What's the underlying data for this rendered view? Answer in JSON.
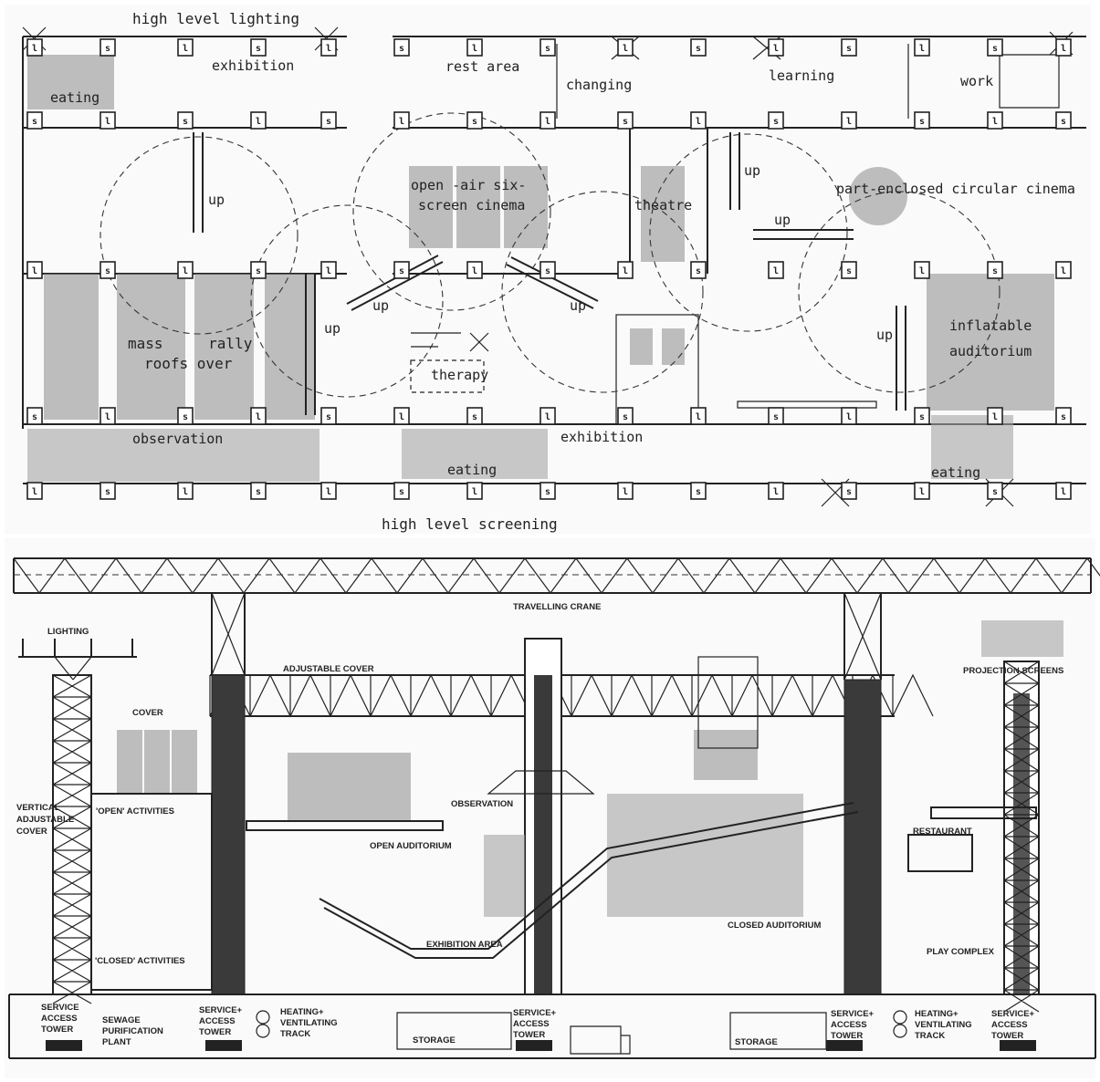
{
  "plan": {
    "labels": {
      "high_level_lighting": "high level lighting",
      "exhibition_top": "exhibition",
      "eating_tl": "eating",
      "rest_area": "rest area",
      "changing": "changing",
      "learning": "learning",
      "work": "work",
      "up_1": "up",
      "open_air_cinema_line1": "open -air six-",
      "open_air_cinema_line2": "screen cinema",
      "theatre": "theatre",
      "up_2": "up",
      "up_3": "up",
      "part_enclosed_cinema": "part-enclosed circular cinema",
      "up_4": "up",
      "up_5": "up",
      "up_6": "up",
      "up_7": "up",
      "mass_rally_line1": "mass rally",
      "mass_rally_line2": "roofs over",
      "therapy": "therapy",
      "inflatable_line1": "inflatable",
      "inflatable_line2": "auditorium",
      "observation": "observation",
      "exhibition_bottom": "exhibition",
      "eating_bottom": "eating",
      "eating_br": "eating",
      "high_level_screening": "high level screening"
    },
    "column_markers": {
      "service": "s",
      "lift": "l"
    }
  },
  "section": {
    "labels": {
      "travelling_crane": "TRAVELLING CRANE",
      "lighting": "LIGHTING",
      "adjustable_cover": "ADJUSTABLE COVER",
      "cover": "COVER",
      "projection_screens": "PROJECTION SCREENS",
      "vertical_line1": "VERTICAL",
      "vertical_line2": "ADJUSTABLE",
      "vertical_line3": "COVER",
      "open_activities": "'OPEN' ACTIVITIES",
      "observation": "OBSERVATION",
      "open_auditorium": "OPEN AUDITORIUM",
      "restaurant": "RESTAURANT",
      "closed_auditorium": "CLOSED AUDITORIUM",
      "exhibition_area": "EXHIBITION AREA",
      "closed_activities": "'CLOSED' ACTIVITIES",
      "play_complex": "PLAY COMPLEX"
    },
    "basement": {
      "service_tower_1": [
        "SERVICE",
        "ACCESS",
        "TOWER"
      ],
      "sewage": [
        "SEWAGE",
        "PURIFICATION",
        "PLANT"
      ],
      "service_tower_2": [
        "SERVICE+",
        "ACCESS",
        "TOWER"
      ],
      "heating_1": [
        "HEATING+",
        "VENTILATING",
        "TRACK"
      ],
      "storage_1": "STORAGE",
      "service_tower_3": [
        "SERVICE+",
        "ACCESS",
        "TOWER"
      ],
      "storage_2": "STORAGE",
      "service_tower_4": [
        "SERVICE+",
        "ACCESS",
        "TOWER"
      ],
      "heating_2": [
        "HEATING+",
        "VENTILATING",
        "TRACK"
      ],
      "service_tower_5": [
        "SERVICE+",
        "ACCESS",
        "TOWER"
      ]
    }
  }
}
